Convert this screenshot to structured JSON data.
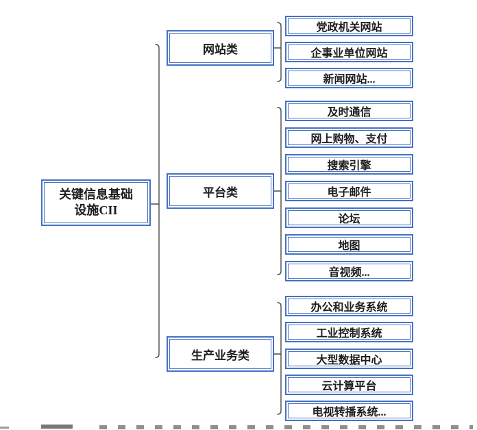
{
  "figure": {
    "root": {
      "full_label": "关键信息基础设施CII",
      "lines": [
        "关键信息基础",
        "设施CII"
      ]
    },
    "branches": [
      {
        "label": "网站类",
        "children": [
          "党政机关网站",
          "企事业单位网站",
          "新闻网站..."
        ]
      },
      {
        "label": "平台类",
        "children": [
          "及时通信",
          "网上购物、支付",
          "搜索引擎",
          "电子邮件",
          "论坛",
          "地图",
          "音视频..."
        ]
      },
      {
        "label": "生产业务类",
        "children": [
          "办公和业务系统",
          "工业控制系统",
          "大型数据中心",
          "云计算平台",
          "电视转播系统..."
        ]
      }
    ],
    "colors": {
      "box_border": "#4472C4",
      "text": "#1c1c1c",
      "connector": "#4a4a4a",
      "background": "#ffffff"
    }
  }
}
